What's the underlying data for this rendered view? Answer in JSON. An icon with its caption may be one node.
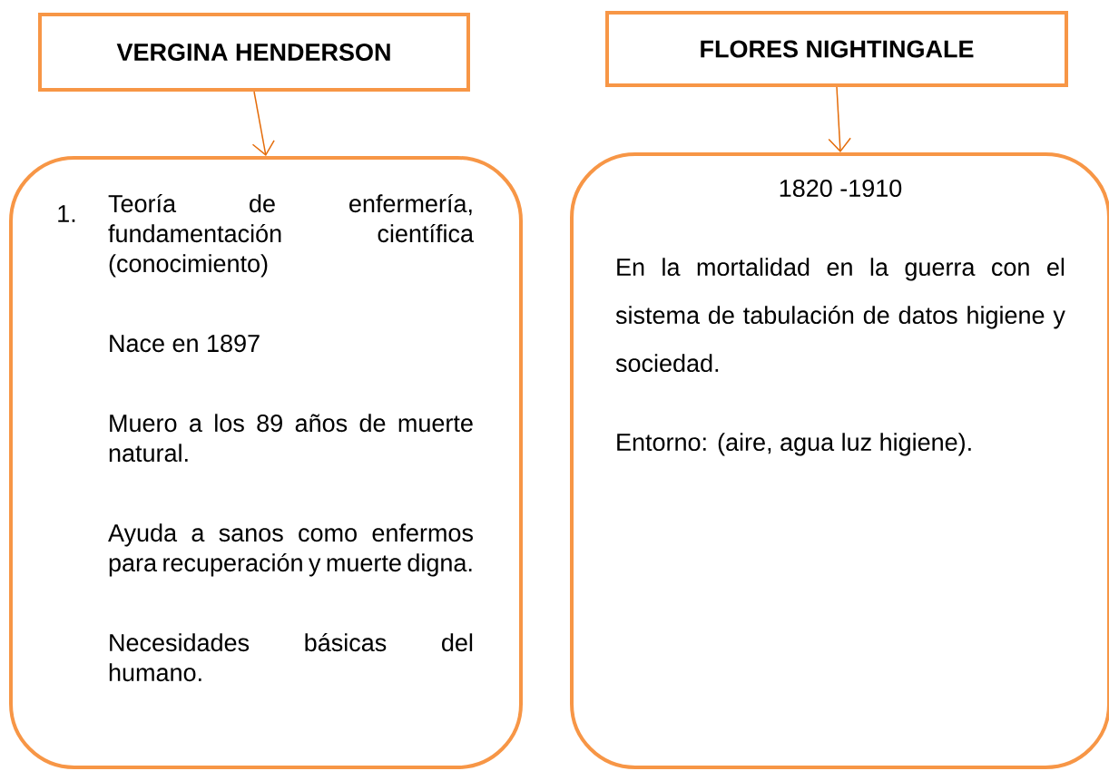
{
  "diagram": {
    "nodes": [
      {
        "text": [
          "VERGINA HENDERSON"
        ]
      },
      {
        "text": [
          "Teoría de enfermería, fundamentación científica (conocimiento)",
          "Nace en 1897",
          "Muero a los 89 años de muerte natural.",
          "Ayuda a sanos como enfermos para recuperación y muerte digna.",
          "Necesidades básicas del humano."
        ]
      },
      {
        "text": [
          "FLORES NIGHTINGALE"
        ]
      },
      {
        "text": [
          "1820 -1910",
          "En la mortalidad en la guerra con el sistema de tabulación de datos higiene y sociedad.",
          "Entorno: (aire, agua luz higiene)."
        ]
      }
    ],
    "edges": [
      {
        "from": 0,
        "to": 1,
        "arrow": "to"
      },
      {
        "from": 2,
        "to": 3,
        "arrow": "to"
      }
    ],
    "labels": [
      "1."
    ]
  }
}
